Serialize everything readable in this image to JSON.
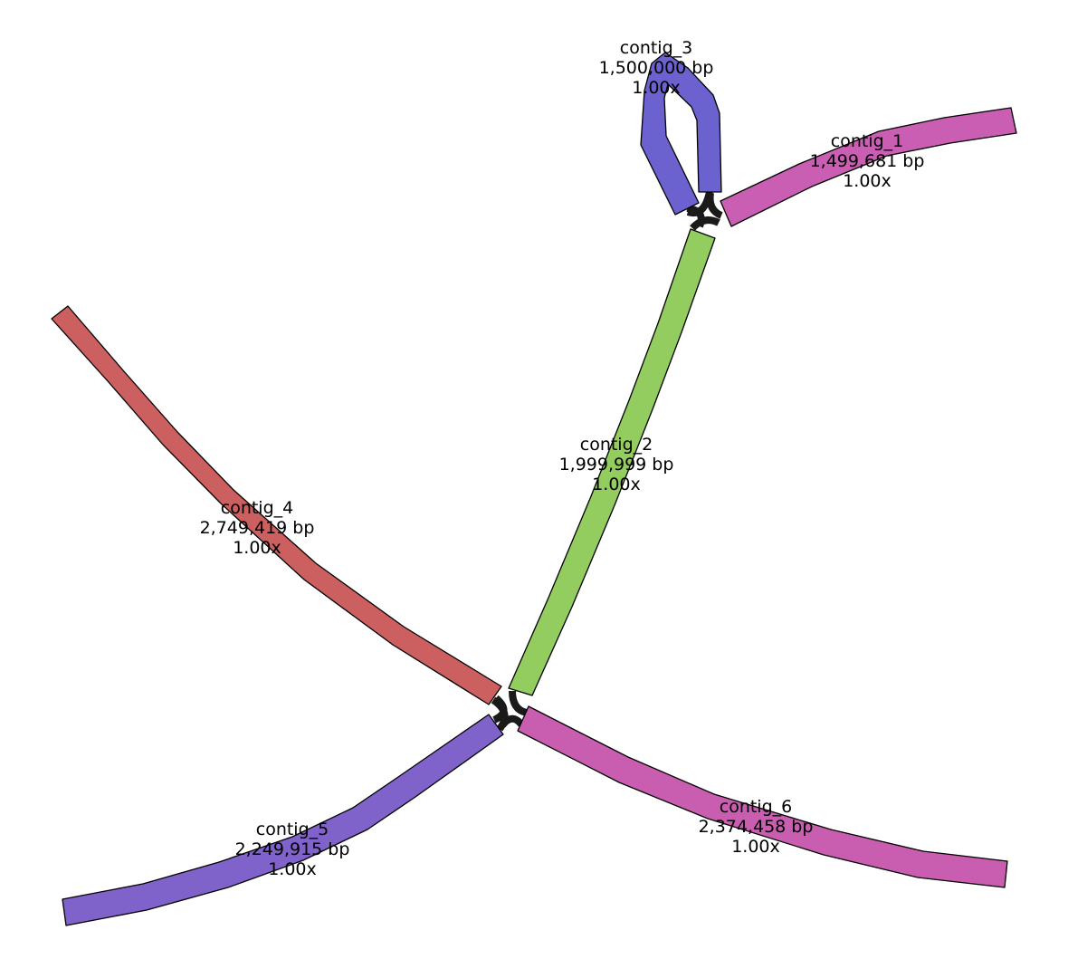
{
  "contigs": [
    {
      "id": "contig_1",
      "name": "contig_1",
      "length": "1,499,681 bp",
      "depth": "1.00x",
      "color": "#c95eb3"
    },
    {
      "id": "contig_2",
      "name": "contig_2",
      "length": "1,999,999 bp",
      "depth": "1.00x",
      "color": "#93cc5f"
    },
    {
      "id": "contig_3",
      "name": "contig_3",
      "length": "1,500,000 bp",
      "depth": "1.00x",
      "color": "#6b62cf"
    },
    {
      "id": "contig_4",
      "name": "contig_4",
      "length": "2,749,419 bp",
      "depth": "1.00x",
      "color": "#cc5f5f"
    },
    {
      "id": "contig_5",
      "name": "contig_5",
      "length": "2,249,915 bp",
      "depth": "1.00x",
      "color": "#8062cb"
    },
    {
      "id": "contig_6",
      "name": "contig_6",
      "length": "2,374,458 bp",
      "depth": "1.00x",
      "color": "#c95eb0"
    }
  ]
}
